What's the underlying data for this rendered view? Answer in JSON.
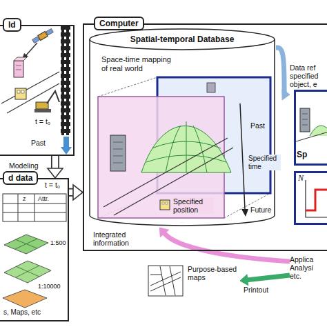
{
  "diagram": {
    "nodes": [
      {
        "text": [
          "ld"
        ]
      },
      {
        "text": [
          "d data"
        ]
      },
      {
        "text": [
          "Computer"
        ]
      },
      {
        "text": [
          "Spatial-temporal Database"
        ],
        "in": 2
      },
      {
        "text": [
          "Data ref specified object, e",
          "Sp"
        ],
        "in": 2
      },
      {
        "text": [
          "N"
        ],
        "in": 2
      },
      {
        "text": [
          "Applica Analysi etc."
        ]
      },
      {
        "text": [
          "Purpose-based maps"
        ]
      }
    ],
    "edges": [
      {
        "from": 0,
        "to": 1,
        "label": "Modeling",
        "arrow": "to"
      },
      {
        "from": 1,
        "to": 2,
        "arrow": "to"
      },
      {
        "from": 3,
        "to": 4,
        "arrow": "to"
      },
      {
        "from": 6,
        "to": 3,
        "label": "Integrated information",
        "arrow": "to"
      },
      {
        "from": 6,
        "to": 7,
        "label": "Printout",
        "arrow": "to"
      }
    ],
    "labels": [
      "t = t₀",
      "Past",
      "t = t₀",
      "z",
      "Attr.",
      "1:500",
      "1:10000",
      "s, Maps, etc",
      "Space-time mapping of real world",
      "Specified position",
      "Past",
      "Specified time",
      "Future"
    ]
  }
}
